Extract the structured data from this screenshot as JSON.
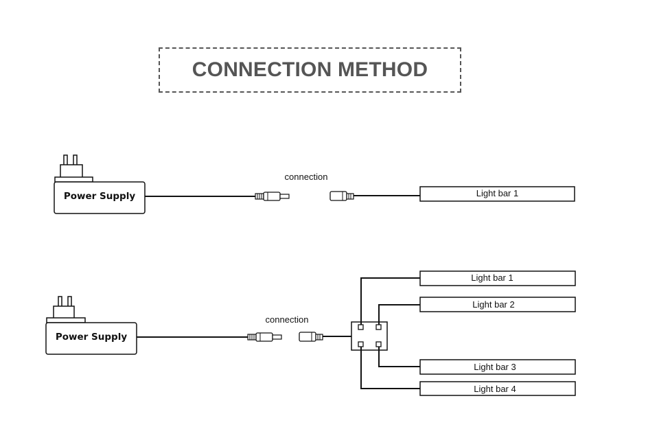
{
  "title": "CONNECTION METHOD",
  "diagram1": {
    "power_supply_label": "Power Supply",
    "connection_label": "connection",
    "light_bars": [
      "Light bar 1"
    ]
  },
  "diagram2": {
    "power_supply_label": "Power Supply",
    "connection_label": "connection",
    "light_bars": [
      "Light bar 1",
      "Light bar 2",
      "Light bar 3",
      "Light bar 4"
    ]
  }
}
